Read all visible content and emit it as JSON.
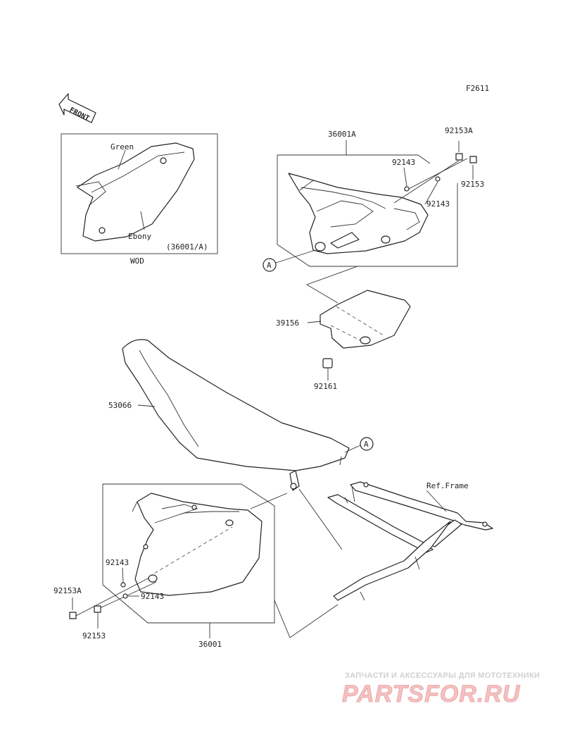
{
  "figure_code": "F2611",
  "front_arrow": "FRONT",
  "inset": {
    "color_top": "Green",
    "color_bottom": "Ebony",
    "part_ref": "(36001/A)",
    "caption": "WOD"
  },
  "callouts": {
    "c_36001A": "36001A",
    "c_92153A_top": "92153A",
    "c_92143_top1": "92143",
    "c_92153_top": "92153",
    "c_92143_top2": "92143",
    "c_A_top": "A",
    "c_39156": "39156",
    "c_92161": "92161",
    "c_53066": "53066",
    "c_A_seat": "A",
    "c_ref_frame": "Ref.Frame",
    "c_92143_bot1": "92143",
    "c_92153A_bot": "92153A",
    "c_92143_bot2": "92143",
    "c_92153_bot": "92153",
    "c_36001": "36001"
  },
  "watermark": {
    "line1": "ЗАПЧАСТИ И АКСЕССУАРЫ ДЛЯ МОТОТЕХНИКИ",
    "logo": "PARTSFOR.RU"
  }
}
